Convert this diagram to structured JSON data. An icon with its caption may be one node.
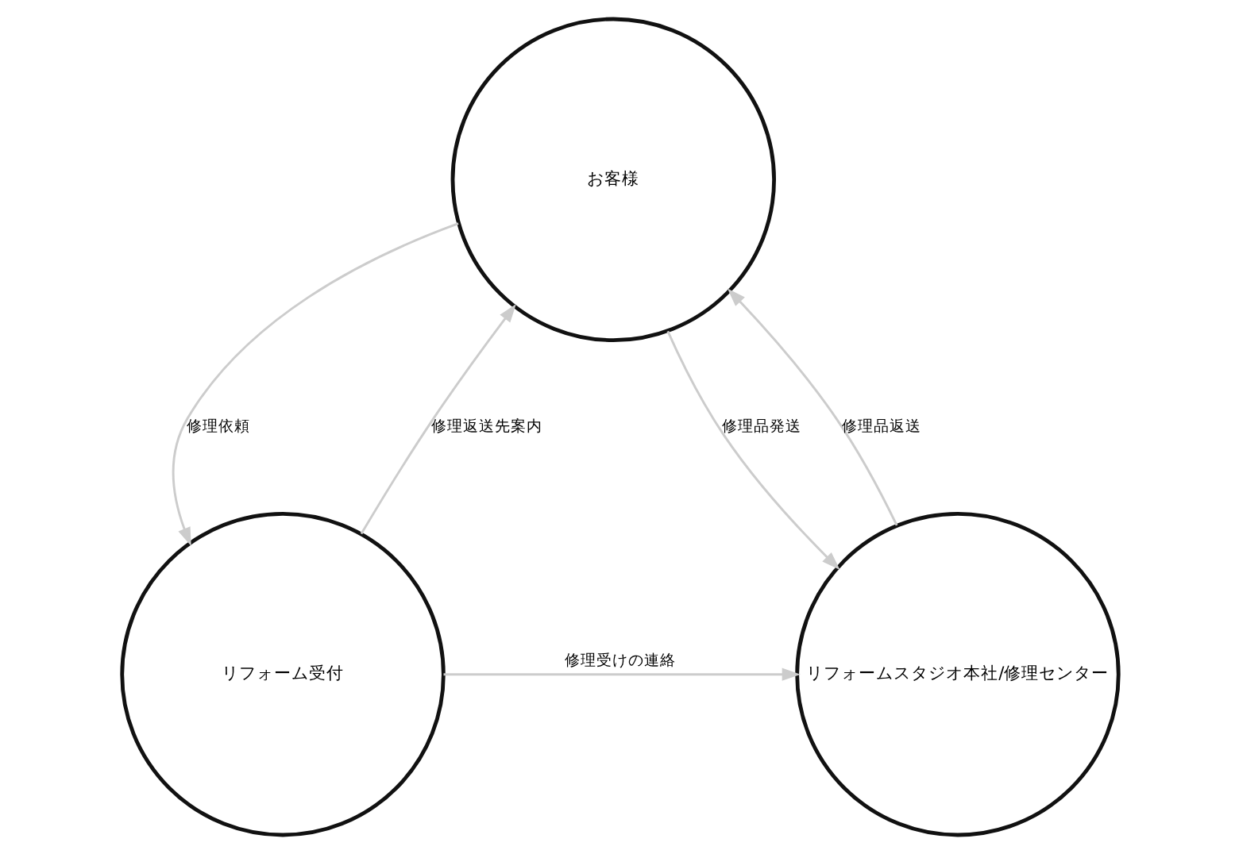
{
  "diagram": {
    "nodes": [
      {
        "text": [
          "お客様"
        ]
      },
      {
        "text": [
          "リフォーム受付"
        ]
      },
      {
        "text": [
          "リフォームスタジオ本社/修理センター"
        ]
      }
    ],
    "edges": [
      {
        "from": 0,
        "to": 1,
        "arrow": "to",
        "label": "修理依頼"
      },
      {
        "from": 1,
        "to": 0,
        "arrow": "to",
        "label": "修理返送先案内"
      },
      {
        "from": 0,
        "to": 2,
        "arrow": "to",
        "label": "修理品発送"
      },
      {
        "from": 2,
        "to": 0,
        "arrow": "to",
        "label": "修理品返送"
      },
      {
        "from": 1,
        "to": 2,
        "arrow": "to",
        "label": "修理受けの連絡"
      }
    ]
  }
}
